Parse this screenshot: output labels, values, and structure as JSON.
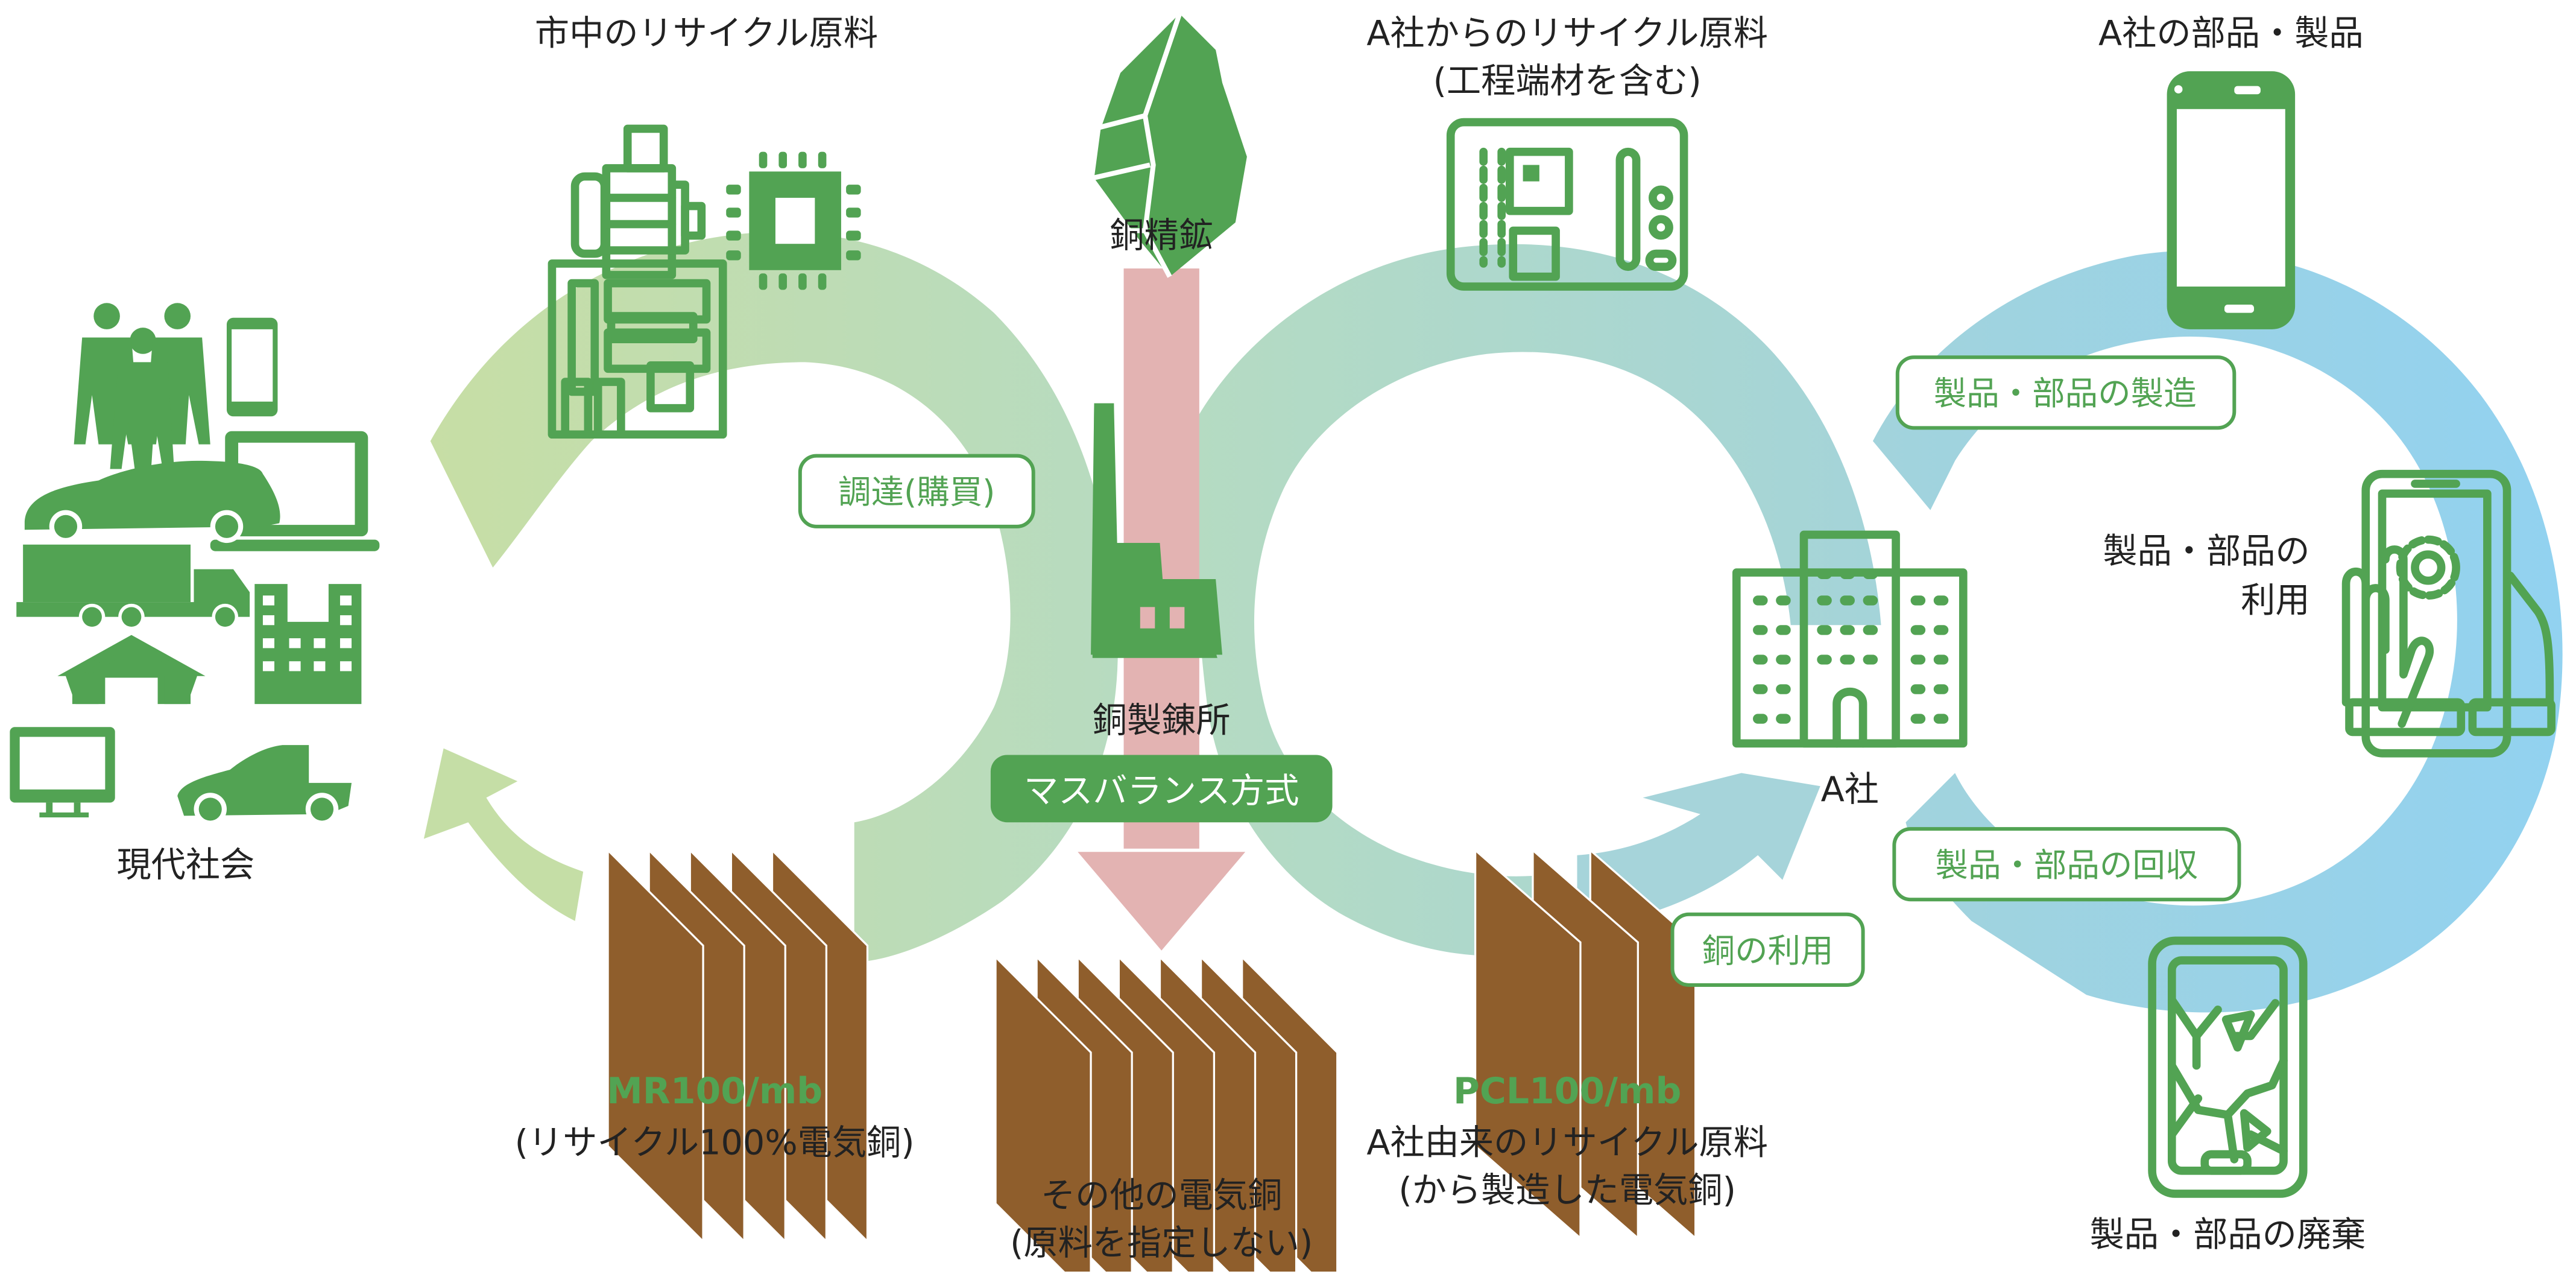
{
  "colors": {
    "icon_green": "#52a353",
    "label_dark": "#222222",
    "copper_plate": "#8f5e2c",
    "smelter_arrow_pink": "#e3b3b2",
    "loop_left_light_green": "#c5dea6",
    "loop_left_mid_green": "#b8dcc0",
    "loop_center_teal": "#b2d9c9",
    "loop_right_blue": "#94d3ef"
  },
  "nodes": {
    "market_recycle": {
      "label": "市中のリサイクル原料",
      "icons": [
        "motor-icon",
        "chip-icon",
        "circuit-board-icon"
      ]
    },
    "copper_concentrate": {
      "label": "銅精鉱",
      "icon": "ore-rock-icon"
    },
    "company_recycle": {
      "label_line1": "A社からのリサイクル原料",
      "label_line2": "(工程端材を含む)",
      "icon": "pcb-board-icon"
    },
    "company_products": {
      "label": "A社の部品・製品",
      "icon": "smartphone-icon"
    },
    "modern_society": {
      "label": "現代社会",
      "icons": [
        "people-icon",
        "smartphone-icon",
        "car-icon",
        "laptop-icon",
        "truck-icon",
        "houses-icon",
        "factory-building-icon",
        "monitor-icon",
        "pickup-truck-icon"
      ]
    },
    "smelter": {
      "label": "銅製錬所",
      "icon": "factory-icon"
    },
    "company_a": {
      "label": "A社",
      "icon": "office-building-icon"
    },
    "product_use": {
      "label_line1": "製品・部品の",
      "label_line2": "利用",
      "icon": "hand-touch-phone-icon"
    },
    "product_disposal": {
      "label": "製品・部品の廃棄",
      "icon": "broken-phone-icon"
    }
  },
  "process_tags": {
    "procurement": "調達(購買)",
    "mass_balance": "マスバランス方式",
    "copper_use": "銅の利用",
    "manufacturing": "製品・部品の製造",
    "collection": "製品・部品の回収"
  },
  "products": {
    "mr100": {
      "code": "MR100/mb",
      "desc": "(リサイクル100%電気銅)",
      "plate_count": 5
    },
    "other": {
      "line1": "その他の電気銅",
      "line2": "(原料を指定しない)",
      "plate_count": 7
    },
    "pcl100": {
      "code": "PCL100/mb",
      "desc_line1": "A社由来のリサイクル原料",
      "desc_line2": "(から製造した電気銅)",
      "plate_count": 3
    }
  }
}
